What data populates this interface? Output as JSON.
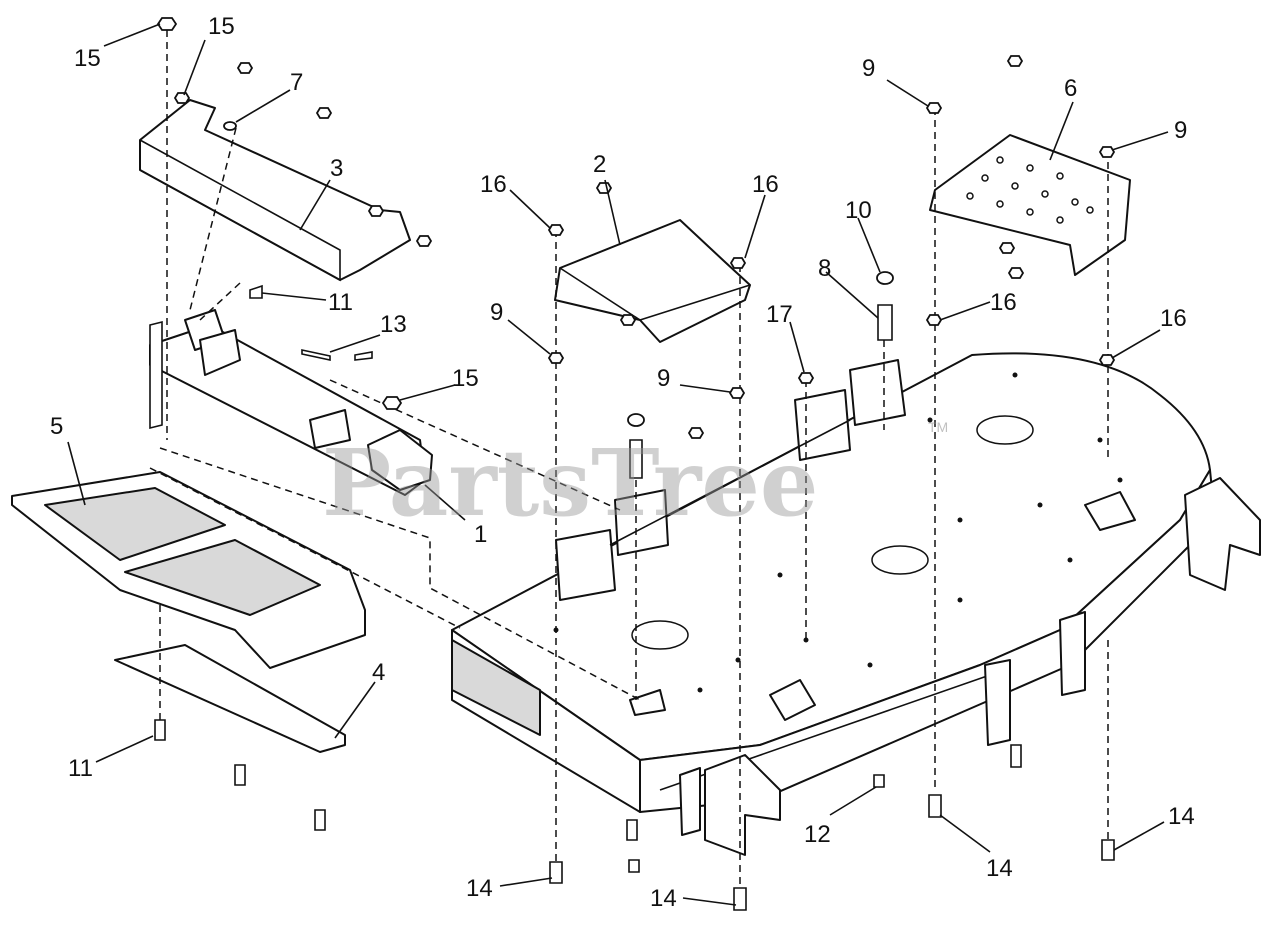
{
  "watermark": {
    "text": "PartsTree",
    "tm": "TM"
  },
  "callouts": {
    "c15a": "15",
    "c15b": "15",
    "c7": "7",
    "c3": "3",
    "c11a": "11",
    "c13": "13",
    "c15c": "15",
    "c5": "5",
    "c1": "1",
    "c4": "4",
    "c11b": "11",
    "c16a": "16",
    "c2": "2",
    "c16b": "16",
    "c9a": "9",
    "c9b": "9",
    "c10": "10",
    "c8": "8",
    "c17": "17",
    "c9c": "9",
    "c6": "6",
    "c9d": "9",
    "c16c": "16",
    "c16d": "16",
    "c12": "12",
    "c14a": "14",
    "c14b": "14",
    "c14c": "14",
    "c14d": "14"
  }
}
